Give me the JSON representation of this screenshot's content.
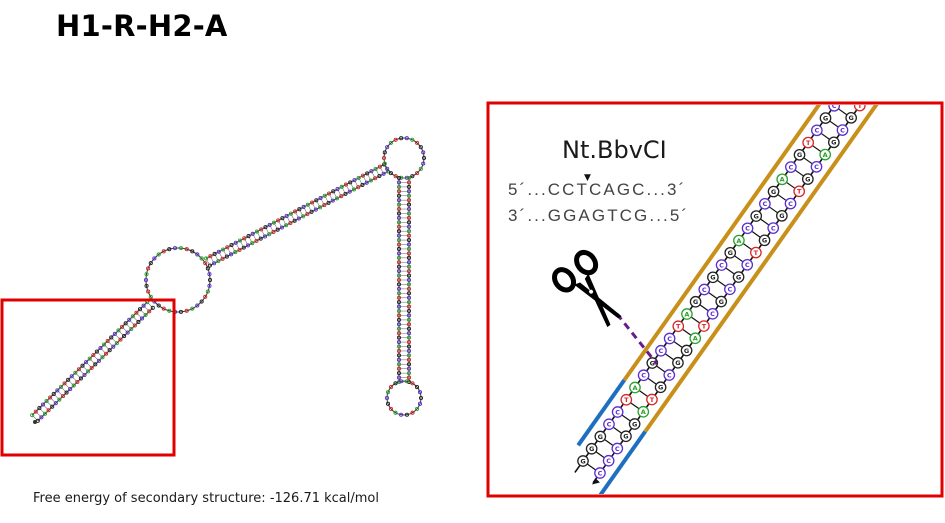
{
  "title": "H1-R-H2-A",
  "free_energy": "Free energy of secondary structure: -126.71 kcal/mol",
  "enzyme": {
    "name": "Nt.BbvCI",
    "top_strand": "5´...CCTCAGC...3´",
    "bottom_strand": "3´...GGAGTCG...5´",
    "nick_marker": "▼"
  },
  "zoom_pairs": [
    [
      "G",
      "C"
    ],
    [
      "G",
      "C"
    ],
    [
      "G",
      "C"
    ],
    [
      "C",
      "G"
    ],
    [
      "C",
      "G"
    ],
    [
      "T",
      "A"
    ],
    [
      "A",
      "T"
    ],
    [
      "C",
      "G"
    ],
    [
      "G",
      "C"
    ],
    [
      "C",
      "G"
    ],
    [
      "C",
      "G"
    ],
    [
      "T",
      "A"
    ],
    [
      "A",
      "T"
    ],
    [
      "G",
      "C"
    ],
    [
      "C",
      "G"
    ],
    [
      "G",
      "C"
    ],
    [
      "C",
      "G"
    ],
    [
      "G",
      "C"
    ],
    [
      "A",
      "T"
    ],
    [
      "C",
      "G"
    ],
    [
      "G",
      "C"
    ],
    [
      "C",
      "G"
    ],
    [
      "G",
      "C"
    ],
    [
      "A",
      "T"
    ],
    [
      "C",
      "G"
    ],
    [
      "G",
      "C"
    ],
    [
      "T",
      "A"
    ],
    [
      "C",
      "G"
    ],
    [
      "G",
      "C"
    ],
    [
      "C",
      "G"
    ],
    [
      "A",
      "T"
    ]
  ],
  "colors": {
    "A": "#2ca02c",
    "C": "#5a2fd0",
    "G": "#222222",
    "T": "#d62728",
    "highlight": "#e00000",
    "strand_gold": "#c8901a",
    "strand_blue": "#1f6fc0",
    "cut_line": "#6a1a8a"
  },
  "icons": {
    "cut": "scissors-icon"
  }
}
